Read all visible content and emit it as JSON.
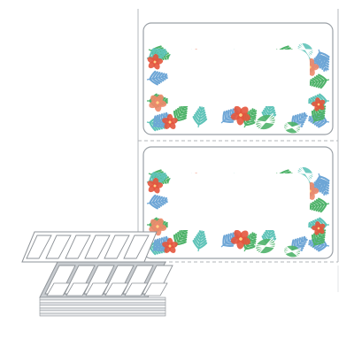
{
  "product": {
    "label_count": 2,
    "fanfold_stack_label_rows": 6
  },
  "colors": {
    "paper": "#ffffff",
    "outline": "#9aa0a6",
    "perforation": "#b0b5ba",
    "hibiscus_red": "#e4553d",
    "hibiscus_coral": "#ee8a6b",
    "leaf_green": "#4fb36a",
    "leaf_teal": "#5fc3b8",
    "leaf_blue": "#6ea6d6",
    "stack_gray": "#c8ccd0"
  },
  "icons": {
    "border_motif": "tropical-floral-border",
    "stack": "fanfold-label-stack-icon"
  }
}
